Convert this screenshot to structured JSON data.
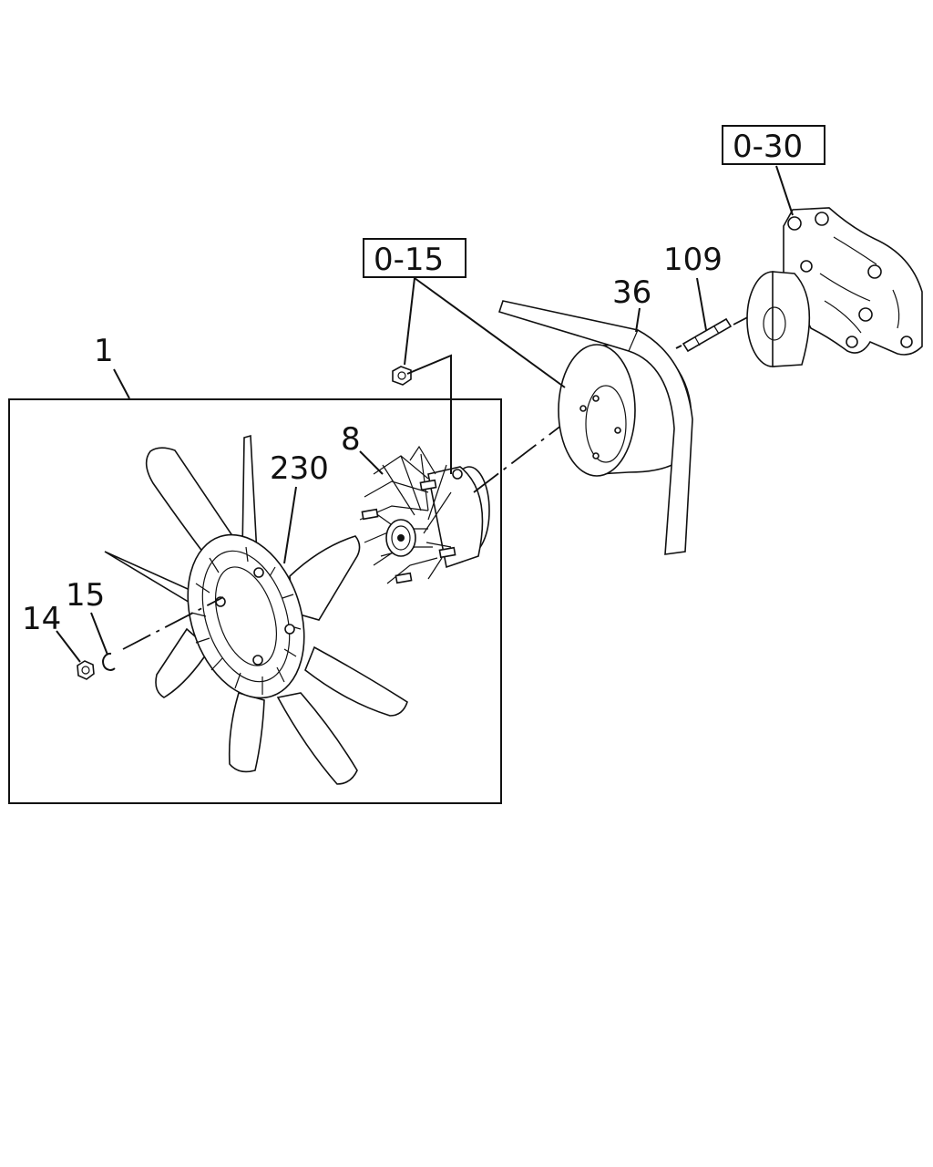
{
  "labels": {
    "ref_pump": "0-30",
    "ref_nut": "0-15",
    "fan_assembly": "1",
    "clutch": "8",
    "fan": "230",
    "belt": "36",
    "stud": "109",
    "washer": "15",
    "nut": "14"
  }
}
